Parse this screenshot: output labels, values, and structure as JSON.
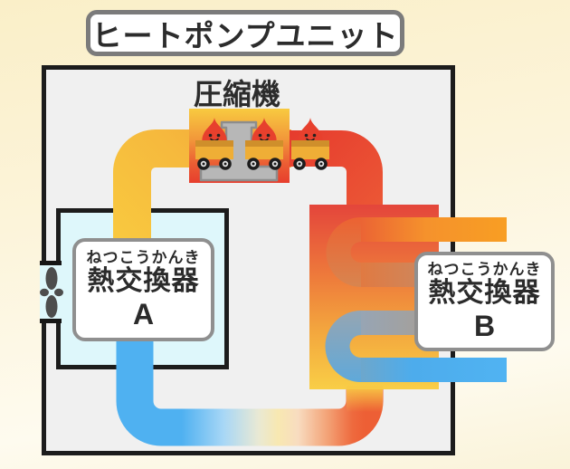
{
  "title": "ヒートポンプユニット",
  "compressor": {
    "label": "圧縮機"
  },
  "heat_exchanger_a": {
    "furigana": "ねつこうかんき",
    "name": "熱交換器",
    "unit": "A"
  },
  "heat_exchanger_b": {
    "furigana": "ねつこうかんき",
    "name": "熱交換器",
    "unit": "B"
  },
  "icons": {
    "fan": "fan-icon",
    "flame_cart": "flame-cart-icon",
    "compressor_press": "press-icon"
  },
  "colors": {
    "background_cream": "#faefc8",
    "unit_fill": "#f0f0f0",
    "unit_border": "#1c1c1c",
    "hx_a_fill": "#def7fb",
    "hot_red": "#e8432f",
    "warm_yellow": "#f7c440",
    "cold_blue": "#4fb1f1",
    "hot_orange": "#f5922c",
    "hx_b_hot_top": "#e4453b",
    "hx_b_warm_bottom": "#f9ce46"
  }
}
